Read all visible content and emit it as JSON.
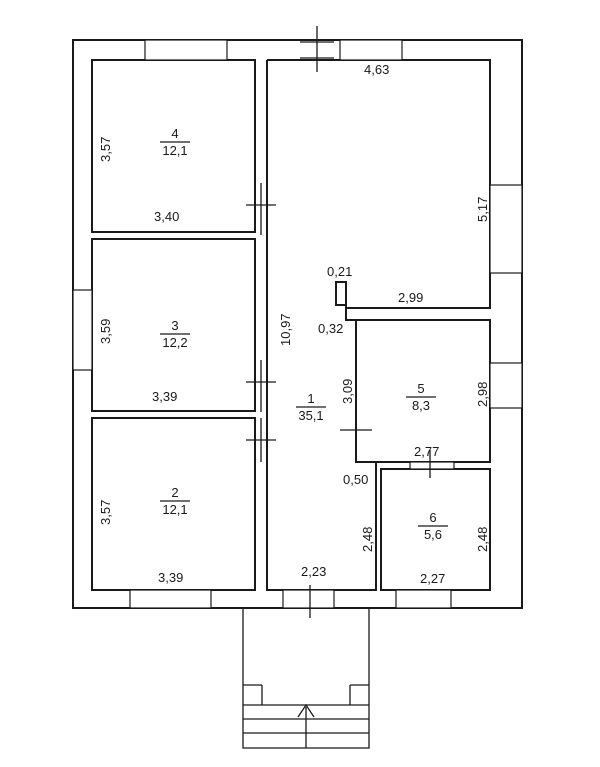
{
  "plan": {
    "rooms": [
      {
        "number": "1",
        "area": "35,1"
      },
      {
        "number": "2",
        "area": "12,1"
      },
      {
        "number": "3",
        "area": "12,2"
      },
      {
        "number": "4",
        "area": "12,1"
      },
      {
        "number": "5",
        "area": "8,3"
      },
      {
        "number": "6",
        "area": "5,6"
      }
    ],
    "dims": {
      "r4_height": "3,57",
      "r4_width": "3,40",
      "r3_height": "3,59",
      "r3_width": "3,39",
      "r2_height": "3,57",
      "r2_width": "3,39",
      "r1_top_width": "4,63",
      "r1_right_height": "5,17",
      "r1_length": "10,97",
      "notch_small": "0,21",
      "notch_width": "2,99",
      "offset_032": "0,32",
      "r5_left": "3,09",
      "r5_right": "2,98",
      "r5_width": "2,77",
      "gap_050": "0,50",
      "corridor_height": "2,48",
      "corridor_width": "2,23",
      "r6_height": "2,48",
      "r6_width": "2,27"
    }
  }
}
